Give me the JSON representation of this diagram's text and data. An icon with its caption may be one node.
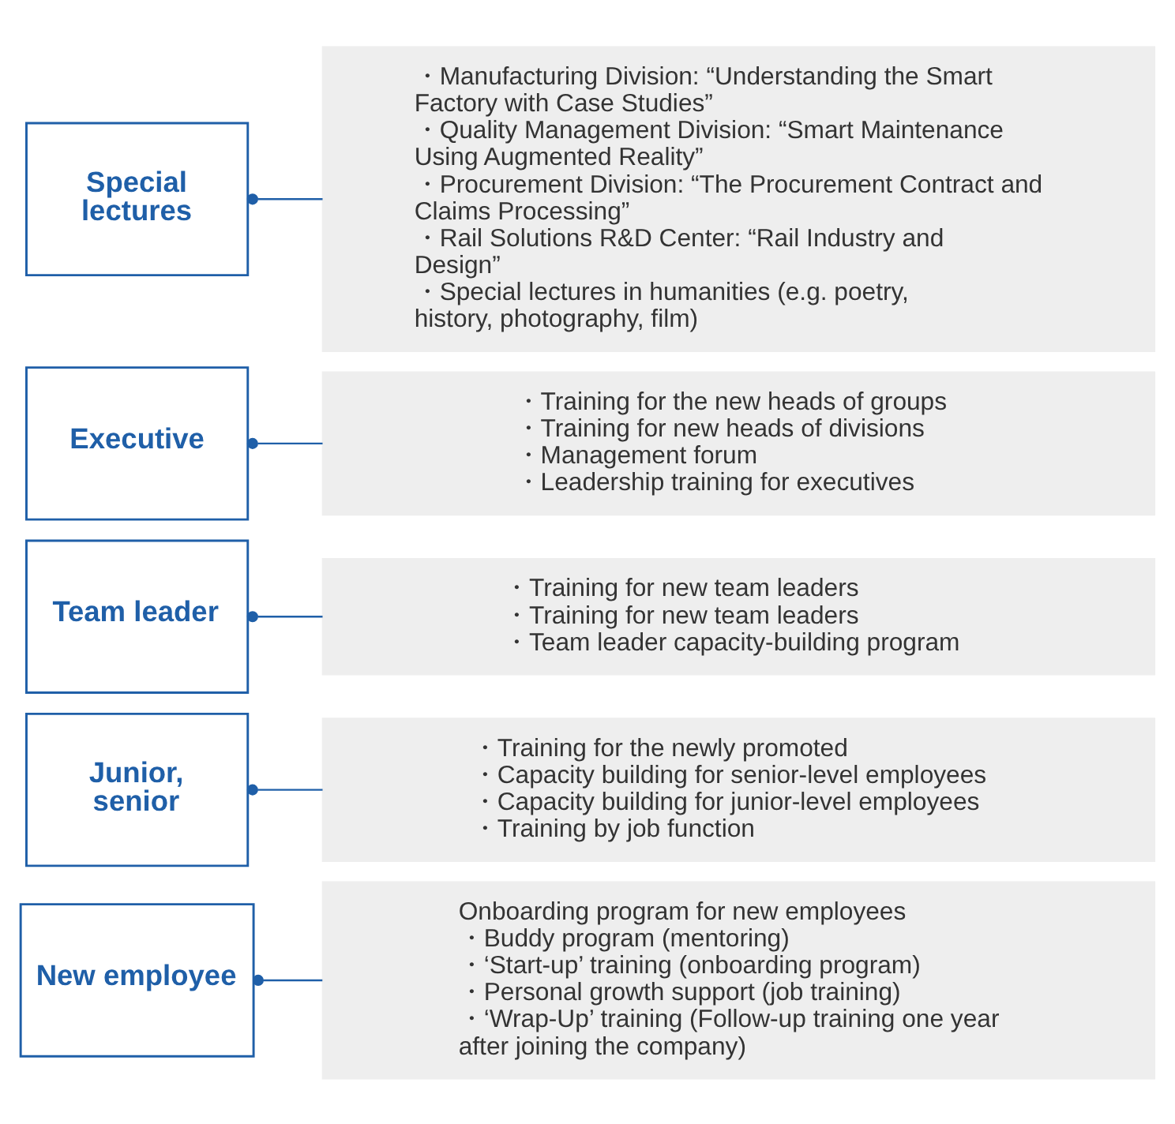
{
  "diagram": {
    "nodes": [
      {
        "text": [
          "New employee"
        ]
      },
      {
        "text": [
          "Onboarding program for new employees",
          "・Buddy program (mentoring)",
          "・‘Start-up’ training (onboarding program)",
          "・Personal growth support (job training)",
          "・‘Wrap-Up’ training (Follow-up training one year after joining the company)"
        ]
      },
      {
        "text": [
          "Junior, senior"
        ]
      },
      {
        "text": [
          "・Training for the newly promoted",
          "・Capacity building for senior-level employees",
          "・Capacity building for junior-level employees",
          "・Training by job function"
        ]
      },
      {
        "text": [
          "Team leader"
        ]
      },
      {
        "text": [
          "・Training for new team leaders",
          "・Training for new team leaders",
          "・Team leader capacity-building program"
        ]
      },
      {
        "text": [
          "Executive"
        ]
      },
      {
        "text": [
          "・Training for the new heads of groups",
          "・Training for new heads of divisions",
          "・Management forum",
          "・Leadership training for executives"
        ]
      },
      {
        "text": [
          "Special lectures"
        ]
      },
      {
        "text": [
          "・Manufacturing Division: “Understanding the Smart Factory with Case Studies”",
          "・Quality Management Division: “Smart Maintenance Using Augmented Reality”",
          "・Procurement Division: “The Procurement Contract and Claims Processing”",
          "・Rail Solutions R&D Center: “Rail Industry and Design”",
          "・Special lectures in humanities (e.g. poetry, history, photography, film)"
        ]
      }
    ],
    "edges": [
      {
        "from": 0,
        "to": 1,
        "arrow": "other"
      },
      {
        "from": 2,
        "to": 3,
        "arrow": "other"
      },
      {
        "from": 4,
        "to": 5,
        "arrow": "other"
      },
      {
        "from": 6,
        "to": 7,
        "arrow": "other"
      },
      {
        "from": 8,
        "to": 9,
        "arrow": "other"
      }
    ]
  }
}
